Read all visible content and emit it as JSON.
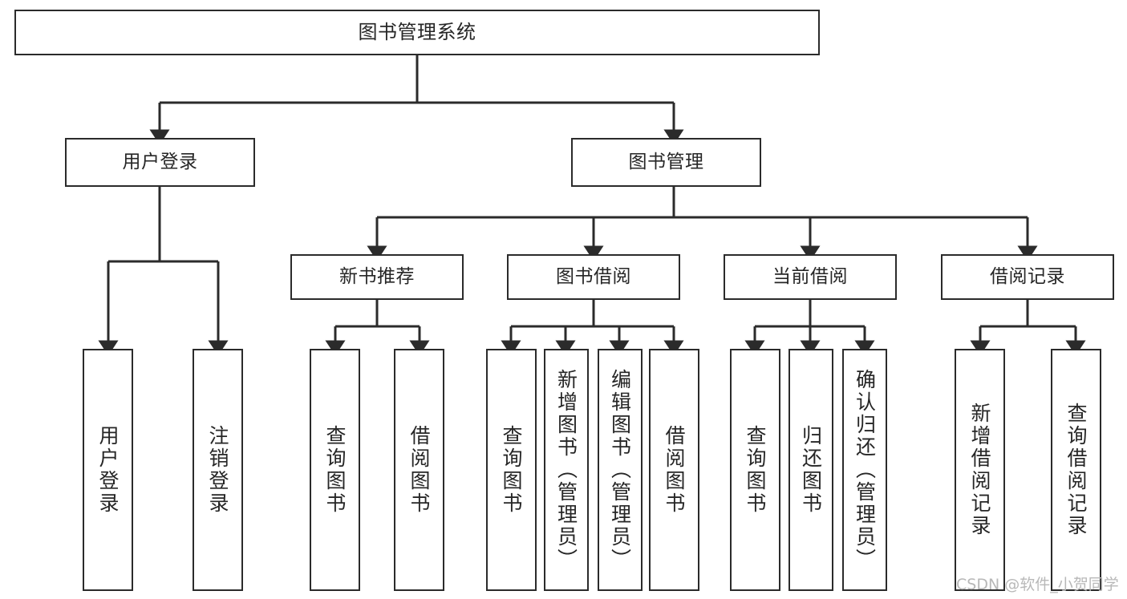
{
  "diagram": {
    "title": "图书管理系统",
    "type": "tree",
    "watermark": "CSDN @软件_小贺同学",
    "colors": {
      "stroke": "#2b2b2b",
      "fill": "#ffffff",
      "text": "#262626",
      "watermark": "#b8b8b8"
    },
    "nodes": {
      "root": {
        "label": "图书管理系统"
      },
      "level1": [
        {
          "label": "用户登录"
        },
        {
          "label": "图书管理"
        }
      ],
      "level2": [
        {
          "label": "新书推荐"
        },
        {
          "label": "图书借阅"
        },
        {
          "label": "当前借阅"
        },
        {
          "label": "借阅记录"
        }
      ],
      "leaves": {
        "user_login": [
          {
            "label": "用户登录"
          },
          {
            "label": "注销登录"
          }
        ],
        "new_book_recommend": [
          {
            "label": "查询图书"
          },
          {
            "label": "借阅图书"
          }
        ],
        "book_borrow": [
          {
            "label": "查询图书"
          },
          {
            "label": "新增图书（管理员）"
          },
          {
            "label": "编辑图书（管理员）"
          },
          {
            "label": "借阅图书"
          }
        ],
        "current_borrow": [
          {
            "label": "查询图书"
          },
          {
            "label": "归还图书"
          },
          {
            "label": "确认归还（管理员）"
          }
        ],
        "borrow_record": [
          {
            "label": "新增借阅记录"
          },
          {
            "label": "查询借阅记录"
          }
        ]
      }
    }
  }
}
